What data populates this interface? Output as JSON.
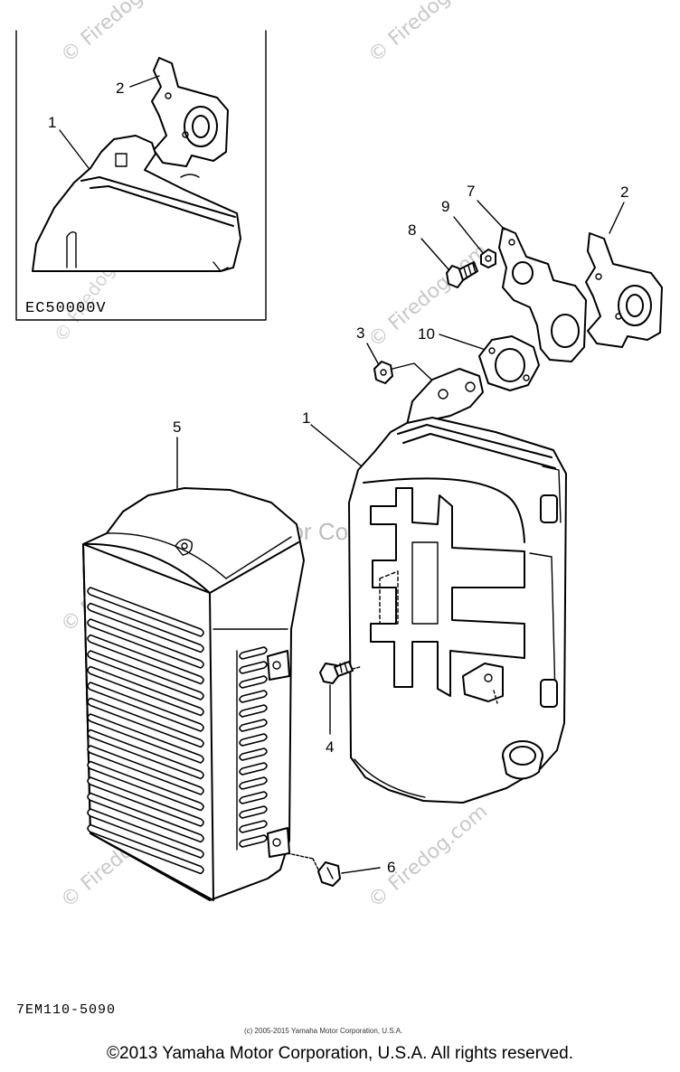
{
  "callouts": {
    "inset_1": "1",
    "inset_2": "2",
    "part_1": "1",
    "part_2": "2",
    "part_3": "3",
    "part_4": "4",
    "part_5": "5",
    "part_6": "6",
    "part_7": "7",
    "part_8": "8",
    "part_9": "9",
    "part_10": "10"
  },
  "inset_code": "EC50000V",
  "drawing_code": "7EM110-5090",
  "watermark": {
    "site": "© Firedog.com",
    "center": "Yamaha Motor Corp., U.S.A."
  },
  "small_copyright": "(c) 2005-2015 Yamaha Motor Corporation, U.S.A.",
  "footer_copyright": "©2013 Yamaha Motor Corporation, U.S.A. All rights reserved."
}
